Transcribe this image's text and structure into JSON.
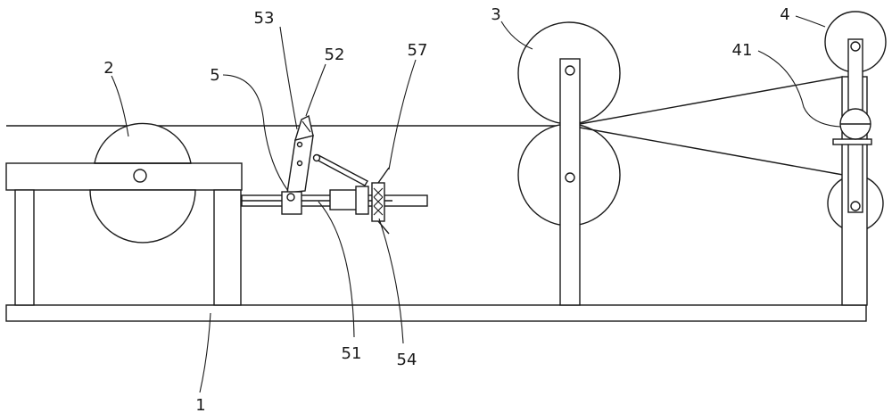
{
  "labels": {
    "l1": "1",
    "l2": "2",
    "l3": "3",
    "l4": "4",
    "l41": "41",
    "l5": "5",
    "l51": "51",
    "l52": "52",
    "l53": "53",
    "l54": "54",
    "l57": "57"
  }
}
